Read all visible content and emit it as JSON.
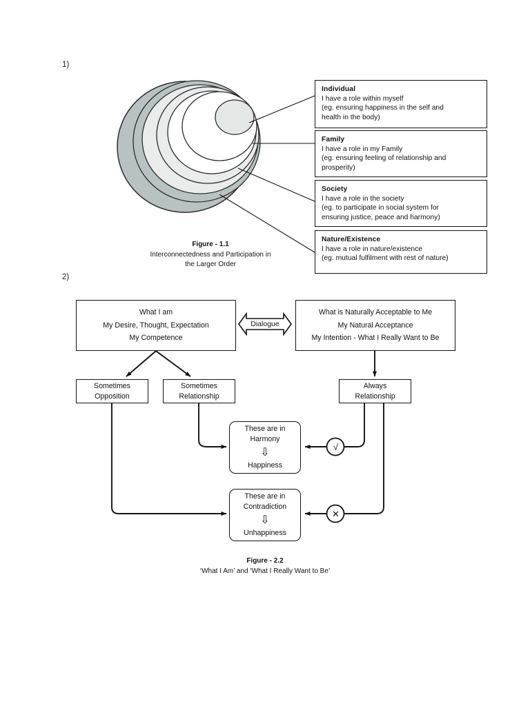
{
  "list_markers": {
    "item1": "1)",
    "item2": "2)"
  },
  "figure1": {
    "caption_title": "Figure - 1.1",
    "caption_line1": "Interconnectedness and Participation in",
    "caption_line2": "the Larger Order",
    "colors": {
      "outer_ring": "#b9c2c2",
      "middle_ring": "#e9ecea",
      "inner": "#ffffff",
      "core": "#e3e7e5",
      "stroke": "#2a2a2a"
    },
    "boxes": [
      {
        "title": "Individual",
        "lines": [
          "I have a role within myself",
          "(eg. ensuring happiness in the self and",
          "health in the body)"
        ]
      },
      {
        "title": "Family",
        "lines": [
          "I have a role in my Family",
          "(eg. ensuring feeling of relationship and",
          "prosperity)"
        ]
      },
      {
        "title": "Society",
        "lines": [
          "I have a role in the society",
          "(eg. to participate in social system for",
          "ensuring justice, peace and harmony)"
        ]
      },
      {
        "title": "Nature/Existence",
        "lines": [
          "I have a role in nature/existence",
          "(eg. mutual fulfilment with rest of nature)",
          ""
        ]
      }
    ]
  },
  "figure2": {
    "caption_title": "Figure - 2.2",
    "caption_line1": "‘What I Am’ and ‘What I Really Want to Be’",
    "left_box": {
      "line1": "What I am",
      "line2": "My Desire, Thought, Expectation",
      "line3": "My Competence"
    },
    "right_box": {
      "line1": "What is Naturally Acceptable to Me",
      "line2": "My Natural Acceptance",
      "line3": "My Intention - What I Really Want to Be"
    },
    "dialogue_label": "Dialogue",
    "sometimes_opposition": {
      "line1": "Sometimes",
      "line2": "Opposition"
    },
    "sometimes_relationship": {
      "line1": "Sometimes",
      "line2": "Relationship"
    },
    "always_relationship": {
      "line1": "Always",
      "line2": "Relationship"
    },
    "harmony": {
      "line1": "These are in",
      "line2": "Harmony",
      "arrow": "⇩",
      "line3": "Happiness"
    },
    "contradiction": {
      "line1": "These are in",
      "line2": "Contradiction",
      "arrow": "⇩",
      "line3": "Unhappiness"
    },
    "check_marker": "√",
    "cross_marker": "✕"
  }
}
